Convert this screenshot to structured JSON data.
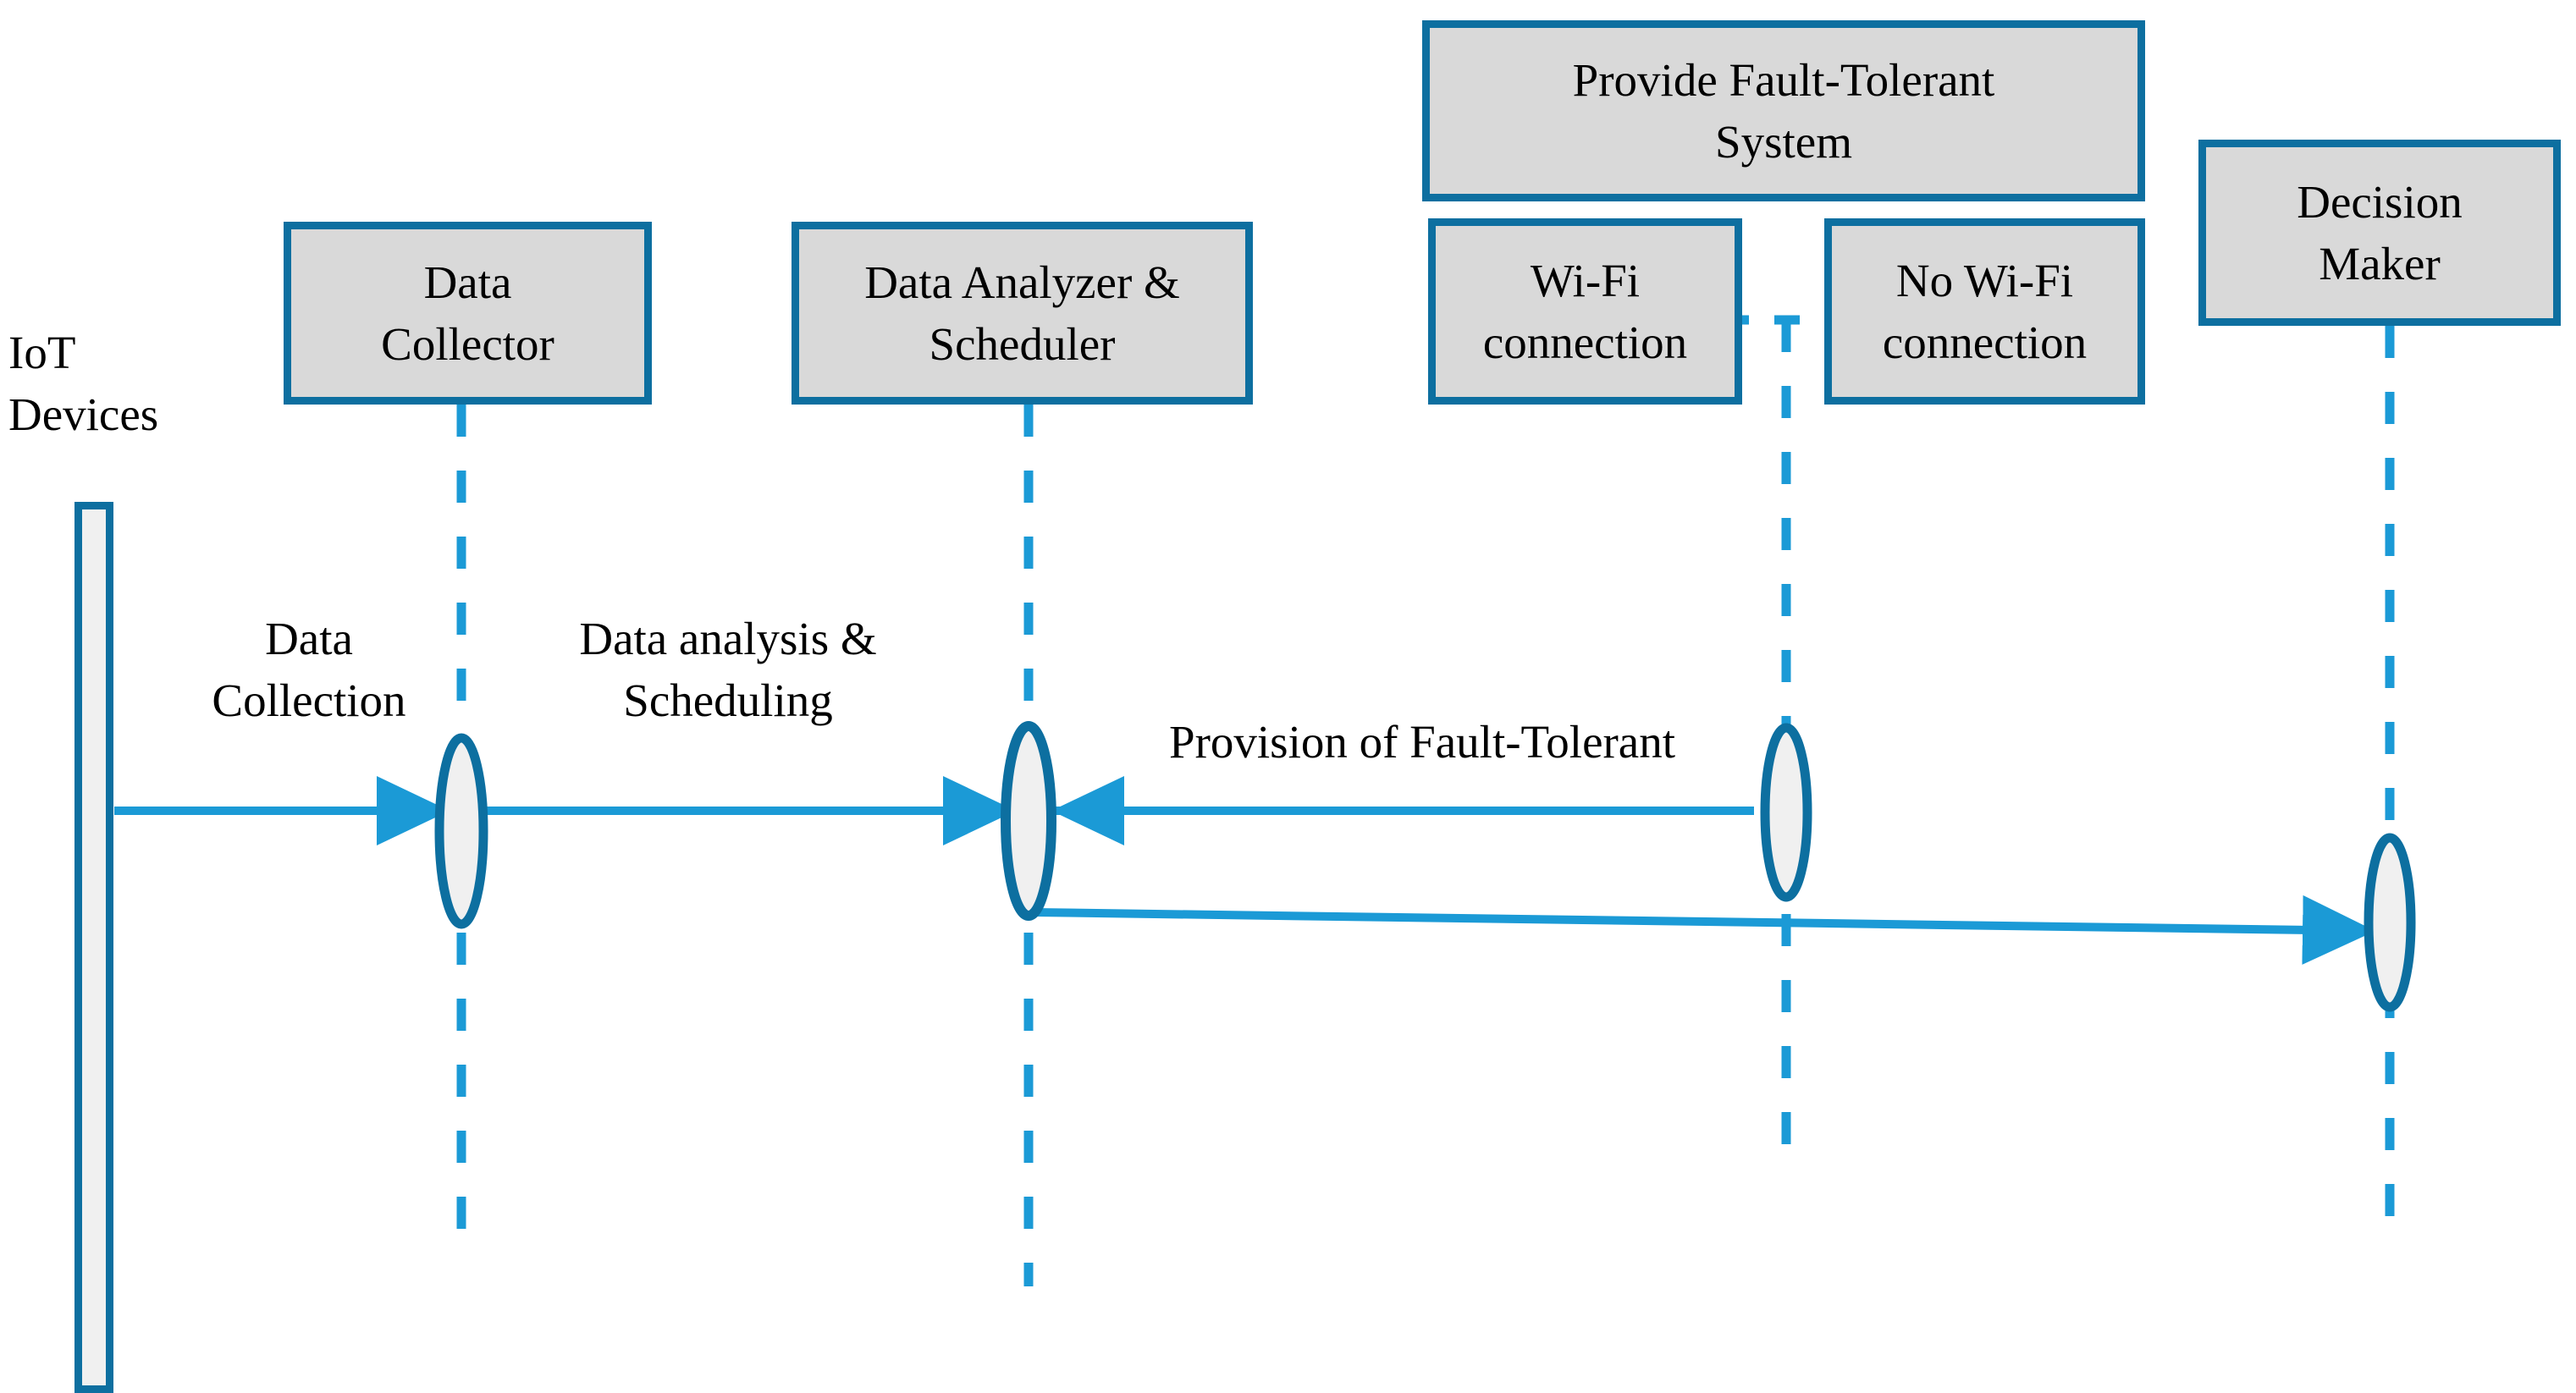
{
  "diagram": {
    "title": "IoT Fault-Tolerant Sequence Diagram",
    "type": "uml-sequence-diagram",
    "colors": {
      "box_border": "#0d6fa0",
      "box_fill": "#d9d9d9",
      "lifeline": "#1b9ad6",
      "message_arrow": "#1b9ad6",
      "activation_stroke": "#0d6fa0",
      "activation_fill": "#f0f0f0",
      "text": "#000000",
      "background": "#ffffff"
    }
  },
  "participants": [
    {
      "id": "iot-devices",
      "label_lines": [
        "IoT",
        "Devices"
      ],
      "kind": "actor-bar"
    },
    {
      "id": "data-collector",
      "label_lines": [
        "Data",
        "Collector"
      ],
      "kind": "box"
    },
    {
      "id": "data-analyzer",
      "label_lines": [
        "Data Analyzer &",
        "Scheduler"
      ],
      "kind": "box"
    },
    {
      "id": "fault-tolerant",
      "label_lines": [
        "Provide Fault-Tolerant",
        "System"
      ],
      "kind": "box"
    },
    {
      "id": "wifi-connection",
      "label_lines": [
        "Wi-Fi",
        "connection"
      ],
      "kind": "box"
    },
    {
      "id": "no-wifi-connection",
      "label_lines": [
        "No Wi-Fi",
        "connection"
      ],
      "kind": "box"
    },
    {
      "id": "decision-maker",
      "label_lines": [
        "Decision",
        "Maker"
      ],
      "kind": "box"
    }
  ],
  "messages": [
    {
      "id": "data-collection",
      "label_lines": [
        "Data",
        "Collection"
      ],
      "from": "iot-devices",
      "to": "data-collector",
      "direction": "right"
    },
    {
      "id": "data-analysis",
      "label_lines": [
        "Data analysis &",
        "Scheduling"
      ],
      "from": "data-collector",
      "to": "data-analyzer",
      "direction": "right"
    },
    {
      "id": "fault-provision",
      "label_lines": [
        "Provision of Fault-Tolerant"
      ],
      "from": "fault-tolerant",
      "to": "data-analyzer",
      "direction": "left"
    },
    {
      "id": "decision-dispatch",
      "label_lines": [],
      "from": "data-analyzer",
      "to": "decision-maker",
      "direction": "right"
    }
  ]
}
